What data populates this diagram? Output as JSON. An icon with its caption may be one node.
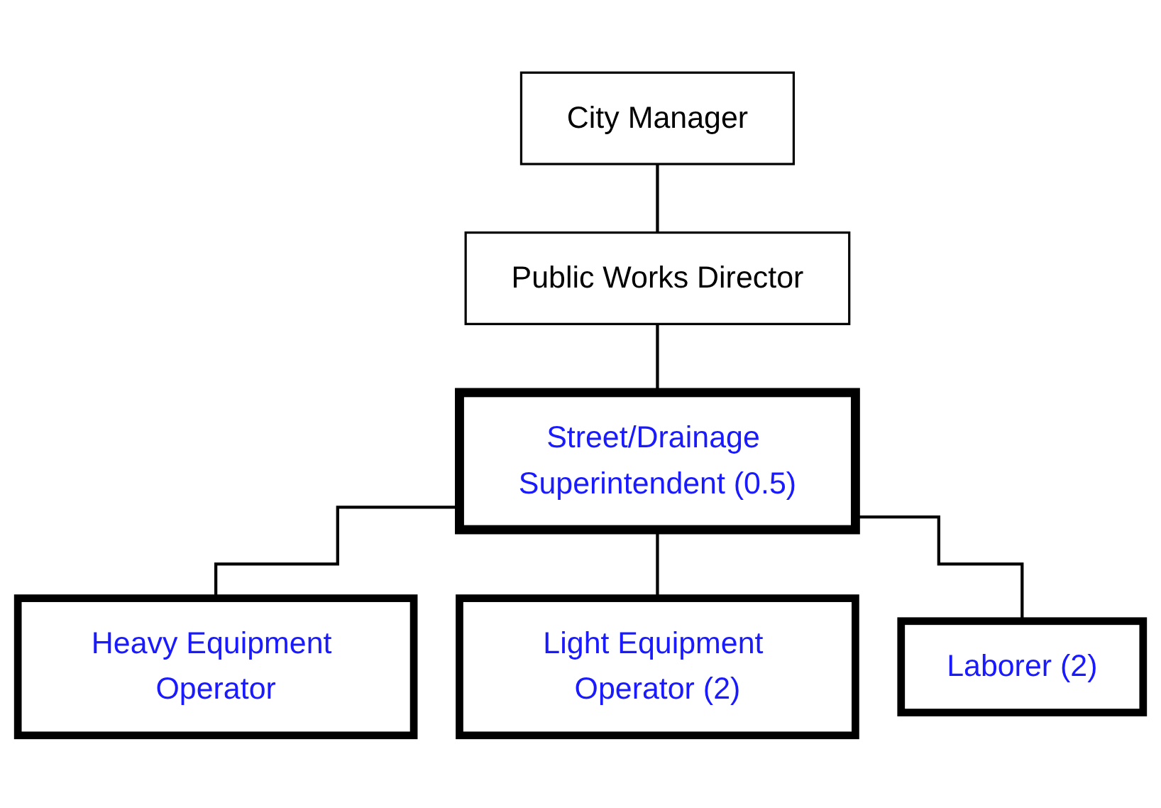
{
  "diagram": {
    "nodes": [
      {
        "text": [
          "City Manager"
        ]
      },
      {
        "text": [
          "Public Works Director"
        ]
      },
      {
        "text": [
          "Street/Drainage Superintendent (0.5)"
        ]
      },
      {
        "text": [
          "Heavy Equipment Operator"
        ]
      },
      {
        "text": [
          "Light Equipment Operator (2)"
        ]
      },
      {
        "text": [
          "Laborer (2)"
        ]
      }
    ],
    "edges": [
      {
        "from": 0,
        "to": 1,
        "arrow": "none"
      },
      {
        "from": 1,
        "to": 2,
        "arrow": "none"
      },
      {
        "from": 2,
        "to": 3,
        "arrow": "none"
      },
      {
        "from": 2,
        "to": 4,
        "arrow": "none"
      },
      {
        "from": 2,
        "to": 5,
        "arrow": "none"
      }
    ]
  }
}
